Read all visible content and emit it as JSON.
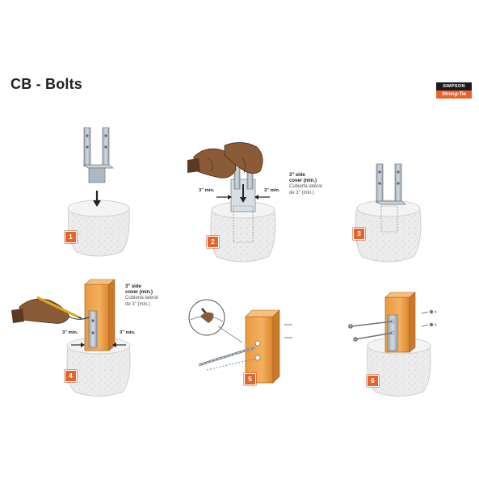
{
  "title": "CB - Bolts",
  "logo": {
    "brand_top": "SIMPSON",
    "brand_bottom": "Strong-Tie"
  },
  "steps": [
    "1",
    "2",
    "3",
    "4",
    "5",
    "6"
  ],
  "notes": {
    "side_cover_en_line1": "3\" side",
    "side_cover_en_line2": "cover (min.)",
    "side_cover_es_line1": "Cubierta lateral",
    "side_cover_es_line2": "de 3\" (min.)"
  },
  "dims": {
    "min3": "3\" min."
  },
  "colors": {
    "accent": "#e8632b",
    "wood": "#f0a24a",
    "steel": "#b8c2cc",
    "concrete": "#e9e9e9"
  }
}
